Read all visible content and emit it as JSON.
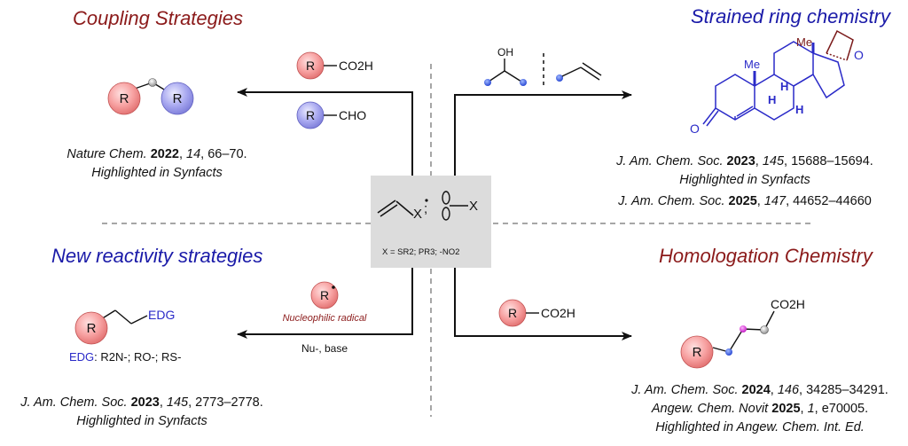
{
  "sections": {
    "coupling": {
      "title": "Coupling Strategies",
      "ref1": {
        "journal": "Nature Chem.",
        "year": "2022",
        "vol": "14",
        "pages": ", 66–70."
      },
      "highlight": "Highlighted in Synfacts",
      "reagent_acid": "CO2H",
      "reagent_aldehyde": "CHO"
    },
    "strained": {
      "title": "Strained ring chemistry",
      "ref1": {
        "journal": "J. Am. Chem. Soc.",
        "year": "2023",
        "vol": "145",
        "pages": ", 15688–15694."
      },
      "highlight": "Highlighted in Synfacts",
      "ref2": {
        "journal": "J. Am. Chem. Soc.",
        "year": "2025",
        "vol": "147",
        "pages": ", 44652–44660"
      },
      "reagent_oh": "OH"
    },
    "reactivity": {
      "title": "New reactivity strategies",
      "ref1": {
        "journal": "J. Am. Chem. Soc.",
        "year": "2023",
        "vol": "145",
        "pages": ", 2773–2778."
      },
      "highlight": "Highlighted in Synfacts",
      "product_edg": "EDG",
      "edg_label": "EDG",
      "edg_list": ": R2N-; RO-; RS-",
      "radical_label": "Nucleophilic radical",
      "nu_label": "Nu-, base"
    },
    "homologation": {
      "title": "Homologation Chemistry",
      "ref1": {
        "journal": "J. Am. Chem. Soc.",
        "year": "2024",
        "vol": "146",
        "pages": ", 34285–34291."
      },
      "ref2": {
        "journal": "Angew. Chem.  Novit",
        "year": "2025",
        "vol": "1",
        "pages": ", e70005."
      },
      "highlight": "Highlighted in Angew. Chem. Int. Ed.",
      "reagent_acid": "CO2H",
      "product_acid": "CO2H"
    }
  },
  "center": {
    "x_label": "X",
    "x_def": "X = SR2; PR3; -NO2"
  },
  "labels": {
    "r": "R",
    "me": "Me",
    "h": "H",
    "o": "O"
  },
  "colors": {
    "heading_red": "#8b1a1a",
    "heading_blue": "#1a1aa8",
    "pink_node": "#f7a1a1",
    "lilac_node": "#a9a9f0",
    "magenta": "#d81bd8"
  }
}
